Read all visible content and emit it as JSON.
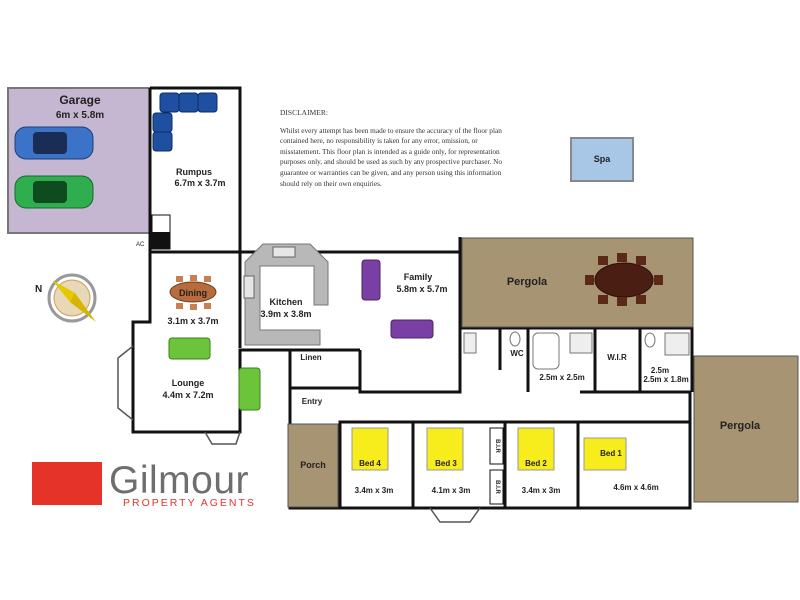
{
  "brand": {
    "name": "Gilmour",
    "tagline": "PROPERTY AGENTS",
    "colors": {
      "accent": "#e5332a",
      "text": "#6d6e70"
    }
  },
  "compass": {
    "label": "N"
  },
  "disclaimer": {
    "title": "DISCLAIMER:",
    "body": "Whilst every attempt has been made to ensure the accuracy of the floor plan contained here, no responsibility is taken for any error, omission, or misstatement. This floor plan is intended as a guide only, for representation purposes only, and should be used as such by any prospective purchaser. No guarantee or warranties can be given, and any person using this information should rely on their own enquiries."
  },
  "rooms": {
    "garage": {
      "name": "Garage",
      "size": "6m x 5.8m"
    },
    "rumpus": {
      "name": "Rumpus",
      "size": "6.7m x 3.7m"
    },
    "ac": {
      "name": "AC"
    },
    "spa": {
      "name": "Spa"
    },
    "dining": {
      "name": "Dining",
      "size": "3.1m x 3.7m"
    },
    "kitchen": {
      "name": "Kitchen",
      "size": "3.9m x 3.8m"
    },
    "family": {
      "name": "Family",
      "size": "5.8m x 5.7m"
    },
    "pergola_top": {
      "name": "Pergola"
    },
    "pergola_right": {
      "name": "Pergola"
    },
    "lounge": {
      "name": "Lounge",
      "size": "4.4m x 7.2m"
    },
    "linen": {
      "name": "Linen"
    },
    "entry": {
      "name": "Entry"
    },
    "wc": {
      "name": "WC"
    },
    "bath": {
      "size": "2.5m x 2.5m"
    },
    "wir": {
      "name": "W.I.R"
    },
    "ensuite": {
      "size": "2.5m x 1.8m"
    },
    "porch": {
      "name": "Porch"
    },
    "bed4": {
      "name": "Bed 4",
      "size": "3.4m x 3m"
    },
    "bed3": {
      "name": "Bed 3",
      "size": "4.1m x 3m"
    },
    "bed2": {
      "name": "Bed 2",
      "size": "3.4m x 3m"
    },
    "bed1": {
      "name": "Bed 1",
      "size": "4.6m x 4.6m"
    },
    "bir1": {
      "name": "B.I.R"
    },
    "bir2": {
      "name": "B.I.R"
    }
  },
  "colors": {
    "garage_fill": "#c5b7d1",
    "pergola_fill": "#a79472",
    "bed_label_fill": "#f7ec1c",
    "wall": "#111111",
    "sofa_blue": "#1f4fa0",
    "sofa_purple": "#7a3fa2",
    "sofa_green": "#6cc43a",
    "table_brown": "#b86b3c",
    "spa_fill": "#a8c7e6"
  }
}
